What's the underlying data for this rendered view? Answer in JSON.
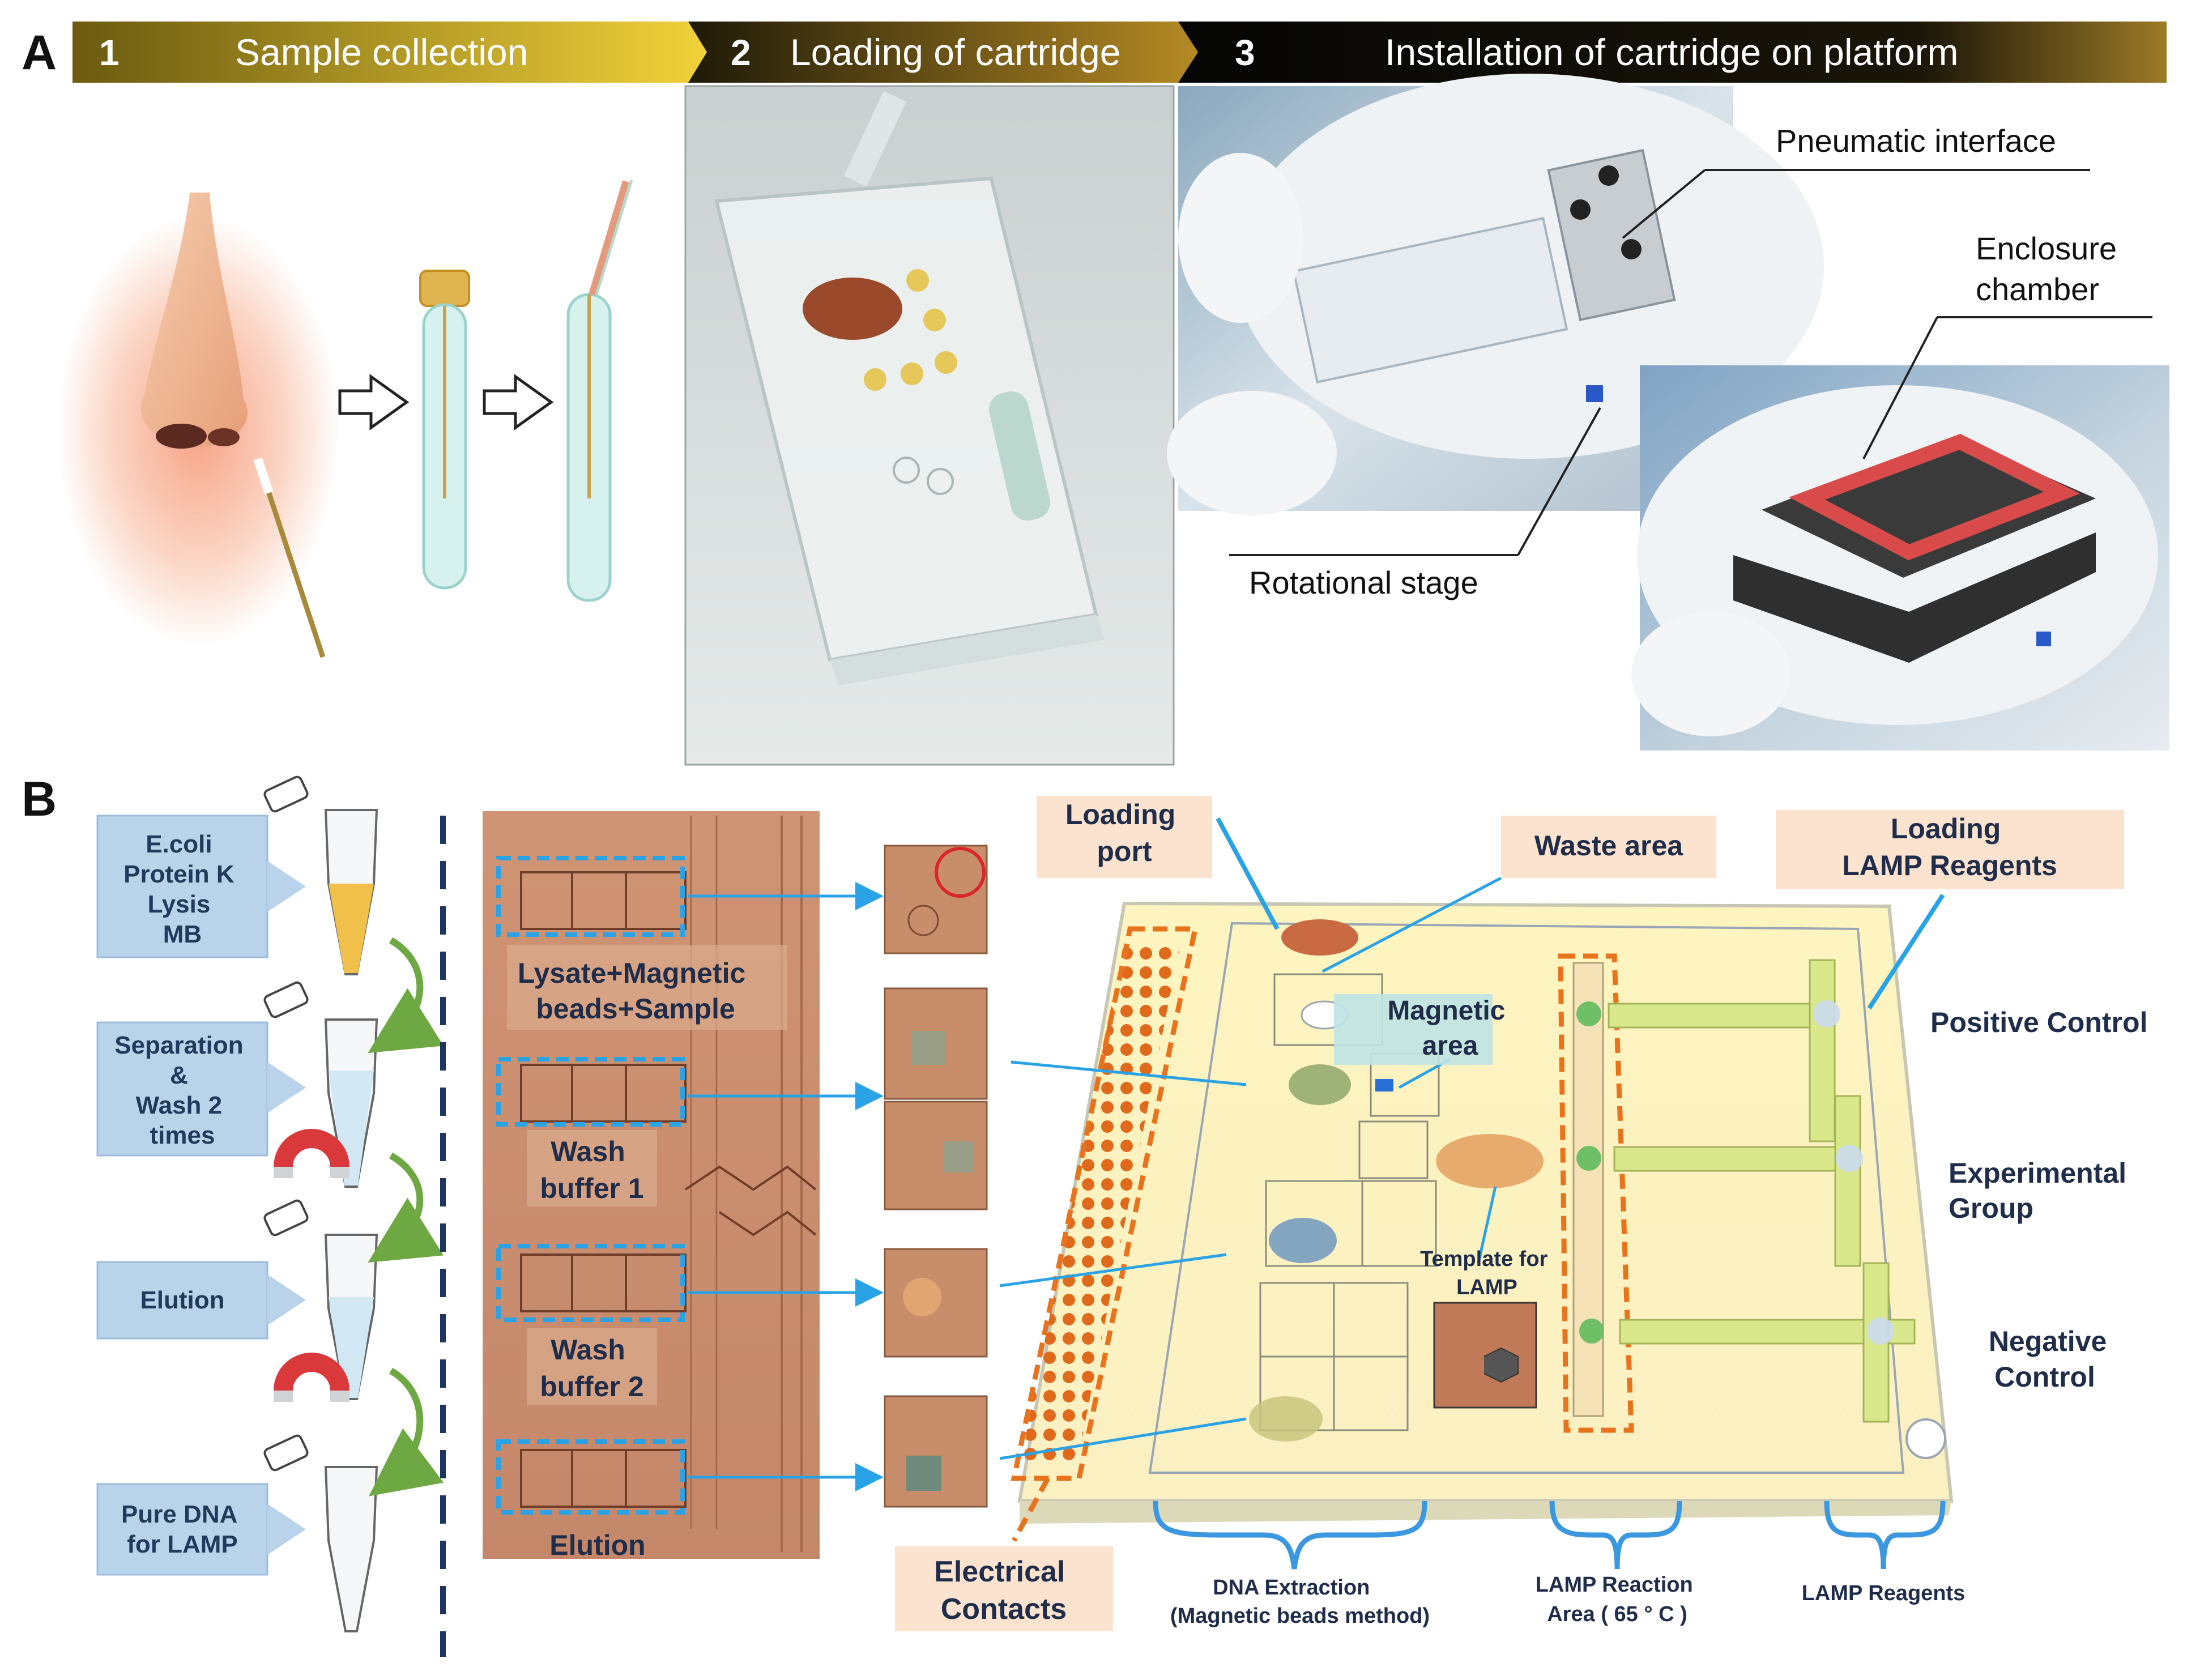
{
  "panel_a": {
    "letter": "A",
    "steps": [
      {
        "num": "1",
        "label": "Sample collection"
      },
      {
        "num": "2",
        "label": "Loading of cartridge"
      },
      {
        "num": "3",
        "label": "Installation of cartridge on platform"
      }
    ],
    "callouts": {
      "pneumatic": "Pneumatic interface",
      "enclosure_1": "Enclosure",
      "enclosure_2": "chamber",
      "rotational": "Rotational stage"
    }
  },
  "panel_b": {
    "letter": "B",
    "tube_steps": [
      {
        "lines": [
          "E.coli",
          "Protein K",
          "Lysis",
          "MB"
        ]
      },
      {
        "lines": [
          "Separation",
          "&",
          "Wash 2",
          "times"
        ]
      },
      {
        "lines": [
          "Elution"
        ]
      },
      {
        "lines": [
          "Pure DNA",
          "for LAMP"
        ]
      }
    ],
    "micro_labels": [
      {
        "lines": [
          "Lysate+Magnetic",
          "beads+Sample"
        ]
      },
      {
        "lines": [
          "Wash",
          "buffer 1"
        ]
      },
      {
        "lines": [
          "Wash",
          "buffer 2"
        ]
      },
      {
        "lines": [
          "Elution"
        ]
      }
    ],
    "chip_labels": {
      "loading_port": [
        "Loading",
        "port"
      ],
      "waste_area": "Waste area",
      "loading_lamp": [
        "Loading",
        "LAMP Reagents"
      ],
      "magnetic_area": [
        "Magnetic",
        "area"
      ],
      "positive_control": "Positive Control",
      "experimental_group": [
        "Experimental",
        "Group"
      ],
      "negative_control": [
        "Negative",
        "Control"
      ],
      "template": [
        "Template for",
        "LAMP"
      ],
      "electrical_contacts": [
        "Electrical",
        "Contacts"
      ]
    },
    "bottom_labels": {
      "dna_extraction": [
        "DNA Extraction",
        "(Magnetic beads method)"
      ],
      "lamp_reaction": [
        "LAMP Reaction",
        "Area ( 65 ° C )"
      ],
      "lamp_reagents": "LAMP Reagents"
    }
  },
  "colors": {
    "step1_start": "#6b5a10",
    "step1_end": "#f2d23a",
    "step3": "#0f0f0f",
    "callout_box": "#fbe3cf",
    "blue_box": "#b9d3ea",
    "dash_blue": "#2aa3e6",
    "chip_bg": "#fdf6c9",
    "orange_dash": "#e8731c",
    "cell_green": "#d8e88a",
    "bracket_blue": "#3a97e0",
    "microscope_bg": "#c88d6a"
  }
}
